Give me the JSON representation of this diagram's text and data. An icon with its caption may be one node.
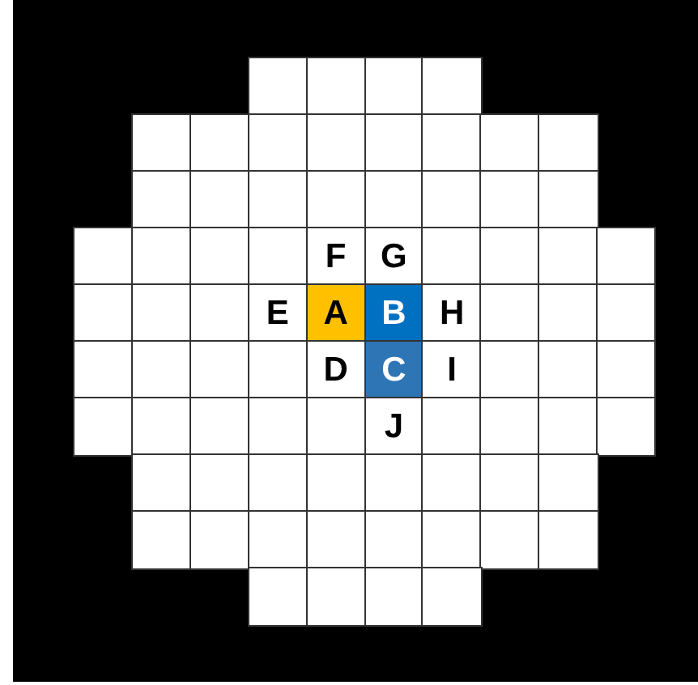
{
  "diagram": {
    "nodes": [
      {
        "text": [],
        "shape": "box"
      },
      {
        "text": [],
        "shape": "box"
      },
      {
        "text": [],
        "shape": "box"
      },
      {
        "text": [],
        "shape": "box"
      },
      {
        "text": [],
        "shape": "box"
      },
      {
        "text": [],
        "shape": "box"
      },
      {
        "text": [],
        "shape": "box"
      },
      {
        "text": [],
        "shape": "box"
      },
      {
        "text": [],
        "shape": "box"
      },
      {
        "text": [],
        "shape": "box"
      },
      {
        "text": [],
        "shape": "box"
      },
      {
        "text": [],
        "shape": "box"
      },
      {
        "text": [],
        "shape": "box"
      },
      {
        "text": [],
        "shape": "box"
      },
      {
        "text": [],
        "shape": "box"
      },
      {
        "text": [],
        "shape": "box"
      },
      {
        "text": [],
        "shape": "box"
      },
      {
        "text": [],
        "shape": "box"
      },
      {
        "text": [],
        "shape": "box"
      },
      {
        "text": [],
        "shape": "box"
      },
      {
        "text": [],
        "shape": "box"
      },
      {
        "text": [],
        "shape": "box"
      },
      {
        "text": [],
        "shape": "box"
      },
      {
        "text": [],
        "shape": "box"
      },
      {
        "text": [
          "F"
        ]
      },
      {
        "text": [
          "G"
        ]
      },
      {
        "text": [],
        "shape": "box"
      },
      {
        "text": [],
        "shape": "box"
      },
      {
        "text": [],
        "shape": "box"
      },
      {
        "text": [],
        "shape": "box"
      },
      {
        "text": [],
        "shape": "box"
      },
      {
        "text": [],
        "shape": "box"
      },
      {
        "text": [],
        "shape": "box"
      },
      {
        "text": [
          "E"
        ]
      },
      {
        "text": [
          "A"
        ]
      },
      {
        "text": [
          "B"
        ]
      },
      {
        "text": [
          "H"
        ]
      },
      {
        "text": [],
        "shape": "box"
      },
      {
        "text": [],
        "shape": "box"
      },
      {
        "text": [],
        "shape": "box"
      },
      {
        "text": [],
        "shape": "box"
      },
      {
        "text": [],
        "shape": "box"
      },
      {
        "text": [],
        "shape": "box"
      },
      {
        "text": [],
        "shape": "box"
      },
      {
        "text": [
          "D"
        ]
      },
      {
        "text": [
          "C"
        ]
      },
      {
        "text": [
          "I"
        ]
      },
      {
        "text": [],
        "shape": "box"
      },
      {
        "text": [],
        "shape": "box"
      },
      {
        "text": [],
        "shape": "box"
      },
      {
        "text": [],
        "shape": "box"
      },
      {
        "text": [],
        "shape": "box"
      },
      {
        "text": [],
        "shape": "box"
      },
      {
        "text": [],
        "shape": "box"
      },
      {
        "text": [],
        "shape": "box"
      },
      {
        "text": [
          "J"
        ]
      },
      {
        "text": [],
        "shape": "box"
      },
      {
        "text": [],
        "shape": "box"
      },
      {
        "text": [],
        "shape": "box"
      },
      {
        "text": [],
        "shape": "box"
      },
      {
        "text": [],
        "shape": "box"
      },
      {
        "text": [],
        "shape": "box"
      },
      {
        "text": [],
        "shape": "box"
      },
      {
        "text": [],
        "shape": "box"
      },
      {
        "text": [],
        "shape": "box"
      },
      {
        "text": [],
        "shape": "box"
      },
      {
        "text": [],
        "shape": "box"
      },
      {
        "text": [],
        "shape": "box"
      },
      {
        "text": [],
        "shape": "box"
      },
      {
        "text": [],
        "shape": "box"
      },
      {
        "text": [],
        "shape": "box"
      },
      {
        "text": [],
        "shape": "box"
      },
      {
        "text": [],
        "shape": "box"
      },
      {
        "text": [],
        "shape": "box"
      },
      {
        "text": [],
        "shape": "box"
      },
      {
        "text": [],
        "shape": "box"
      },
      {
        "text": [],
        "shape": "box"
      },
      {
        "text": [],
        "shape": "box"
      },
      {
        "text": [],
        "shape": "box"
      },
      {
        "text": [],
        "shape": "box"
      }
    ]
  }
}
